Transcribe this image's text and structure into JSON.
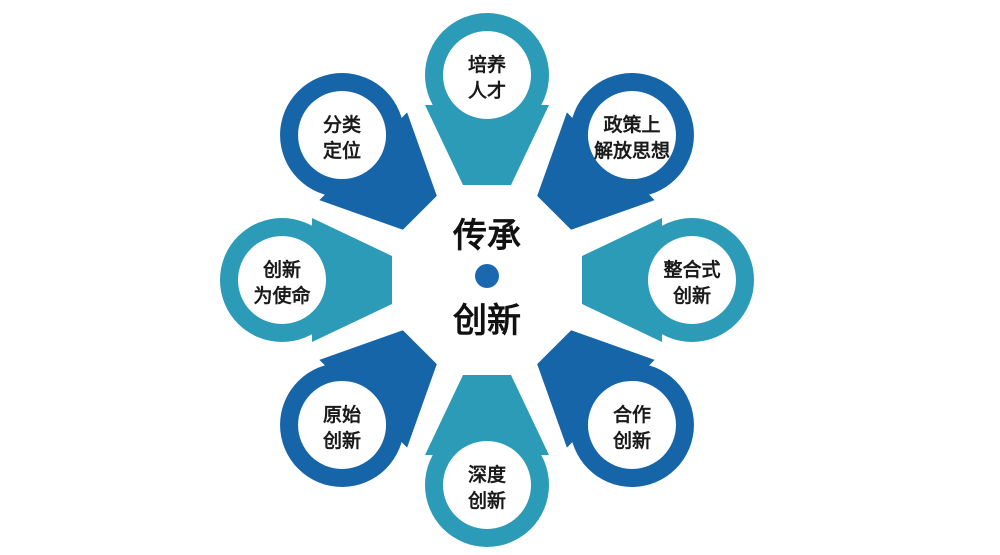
{
  "colors": {
    "petal_dark": "#1565a8",
    "petal_light": "#2b9bb8",
    "petal_fill": "#ffffff",
    "center_dot": "#1a69b0",
    "text": "#1a1a1a"
  },
  "center": {
    "top": "传承",
    "bottom": "创新"
  },
  "petals": [
    {
      "id": "top",
      "line1": "培养",
      "line2": "人才",
      "tone": "light"
    },
    {
      "id": "top-right",
      "line1": "政策上",
      "line2": "解放思想",
      "tone": "dark"
    },
    {
      "id": "right",
      "line1": "整合式",
      "line2": "创新",
      "tone": "light"
    },
    {
      "id": "bottom-right",
      "line1": "合作",
      "line2": "创新",
      "tone": "dark"
    },
    {
      "id": "bottom",
      "line1": "深度",
      "line2": "创新",
      "tone": "light"
    },
    {
      "id": "bottom-left",
      "line1": "原始",
      "line2": "创新",
      "tone": "dark"
    },
    {
      "id": "left",
      "line1": "创新",
      "line2": "为使命",
      "tone": "light"
    },
    {
      "id": "top-left",
      "line1": "分类",
      "line2": "定位",
      "tone": "dark"
    }
  ]
}
